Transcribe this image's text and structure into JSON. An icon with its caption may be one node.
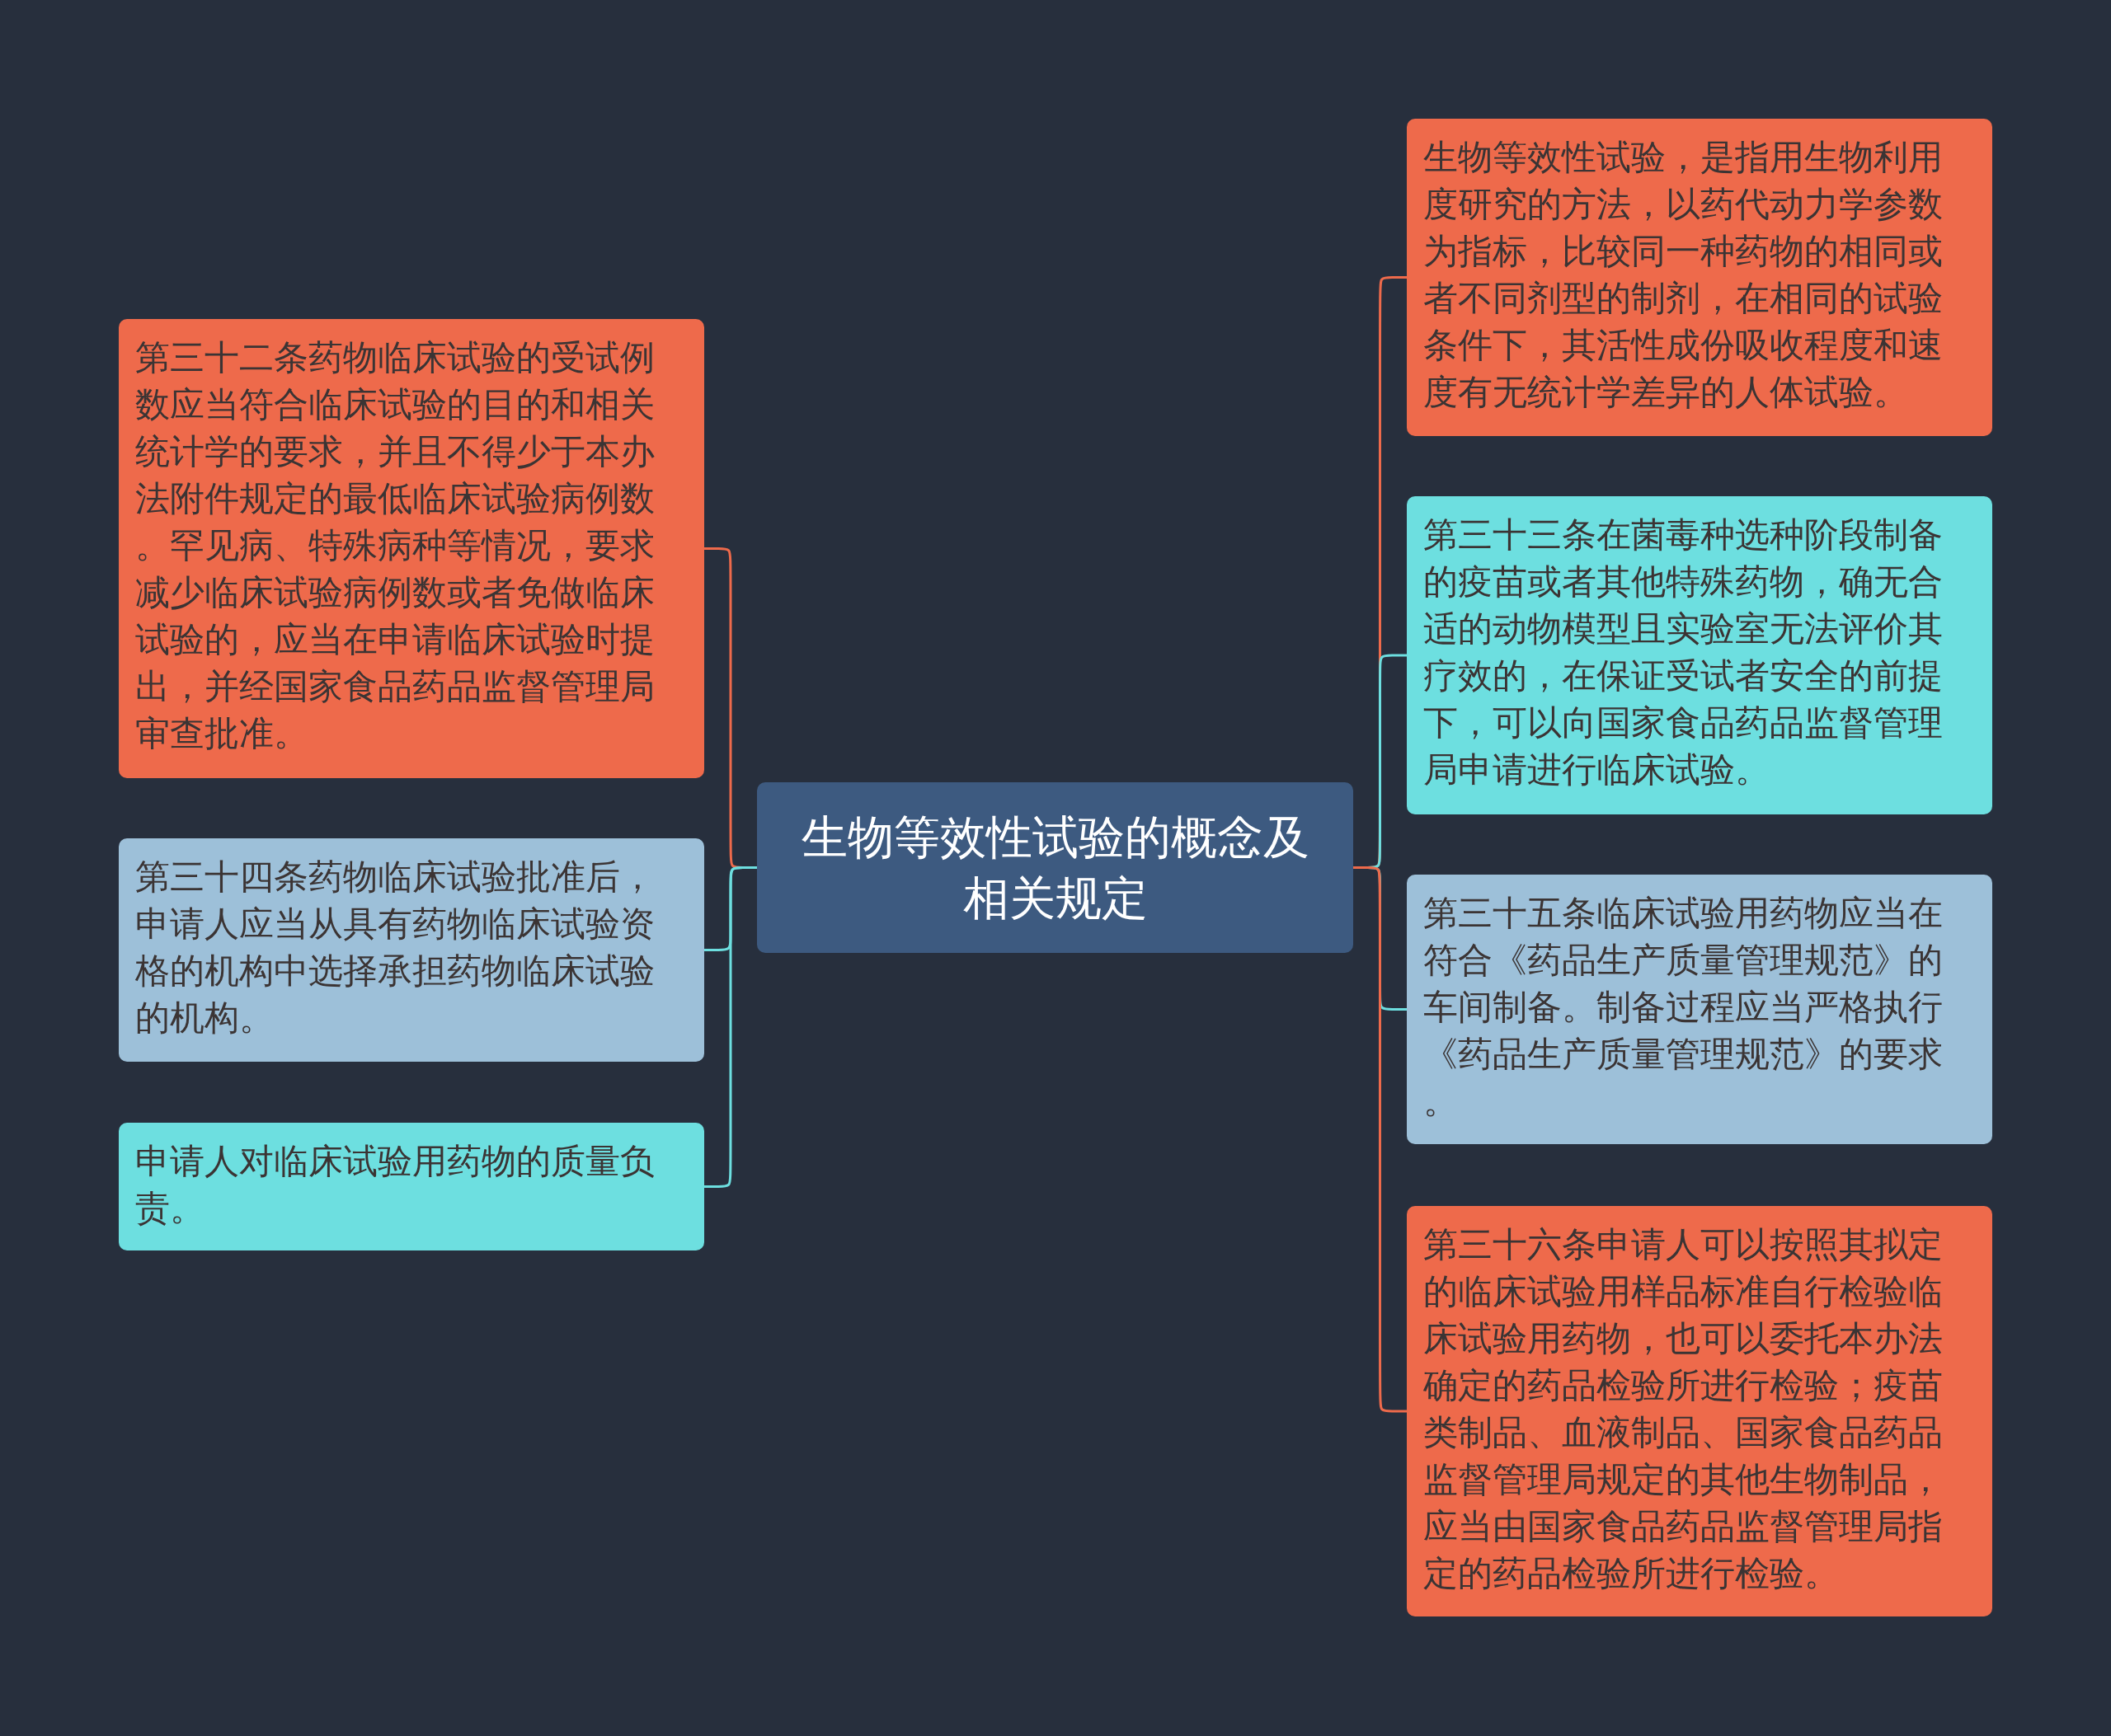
{
  "diagram": {
    "nodes": [
      {
        "text": [
          "生物等效性试验的概念及相关规定"
        ]
      },
      {
        "text": [
          "第三十二条药物临床试验的受试例数应当符合临床试验的目的和相关统计学的要求，并且不得少于本办法附件规定的最低临床试验病例数。罕见病、特殊病种等情况，要求减少临床试验病例数或者免做临床试验的，应当在申请临床试验时提出，并经国家食品药品监督管理局审查批准。"
        ]
      },
      {
        "text": [
          "第三十四条药物临床试验批准后，申请人应当从具有药物临床试验资格的机构中选择承担药物临床试验的机构。"
        ]
      },
      {
        "text": [
          "申请人对临床试验用药物的质量负责。"
        ]
      },
      {
        "text": [
          "生物等效性试验，是指用生物利用度研究的方法，以药代动力学参数为指标，比较同一种药物的相同或者不同剂型的制剂，在相同的试验条件下，其活性成份吸收程度和速度有无统计学差异的人体试验。"
        ]
      },
      {
        "text": [
          "第三十三条在菌毒种选种阶段制备的疫苗或者其他特殊药物，确无合适的动物模型且实验室无法评价其疗效的，在保证受试者安全的前提下，可以向国家食品药品监督管理局申请进行临床试验。"
        ]
      },
      {
        "text": [
          "第三十五条临床试验用药物应当在符合《药品生产质量管理规范》的车间制备。制备过程应当严格执行《药品生产质量管理规范》的要求。"
        ]
      },
      {
        "text": [
          "第三十六条申请人可以按照其拟定的临床试验用样品标准自行检验临床试验用药物，也可以委托本办法确定的药品检验所进行检验；疫苗类制品、血液制品、国家食品药品监督管理局规定的其他生物制品，应当由国家食品药品监督管理局指定的药品检验所进行检验。"
        ]
      }
    ],
    "edges": [
      {
        "from": 0,
        "to": 1,
        "arrow": "none",
        "color": "#ee6a4b"
      },
      {
        "from": 0,
        "to": 2,
        "arrow": "none"
      },
      {
        "from": 0,
        "to": 3,
        "arrow": "none"
      },
      {
        "from": 0,
        "to": 4,
        "arrow": "none",
        "color": "#ee6a4b"
      },
      {
        "from": 0,
        "to": 5,
        "arrow": "none"
      },
      {
        "from": 0,
        "to": 6,
        "arrow": "none"
      },
      {
        "from": 0,
        "to": 7,
        "arrow": "none",
        "color": "#ee6a4b"
      }
    ]
  }
}
